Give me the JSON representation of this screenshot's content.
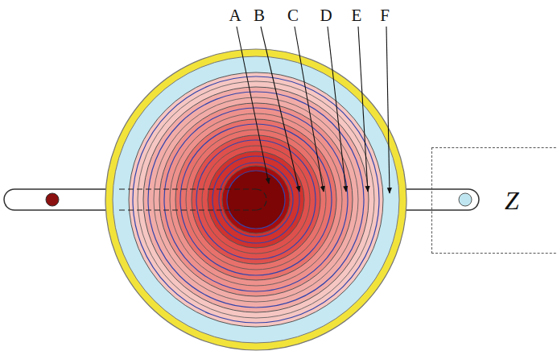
{
  "diagram": {
    "nodes": [
      {
        "text": [
          "Z"
        ]
      }
    ],
    "labels": [
      "A",
      "B",
      "C",
      "D",
      "E",
      "F"
    ]
  }
}
